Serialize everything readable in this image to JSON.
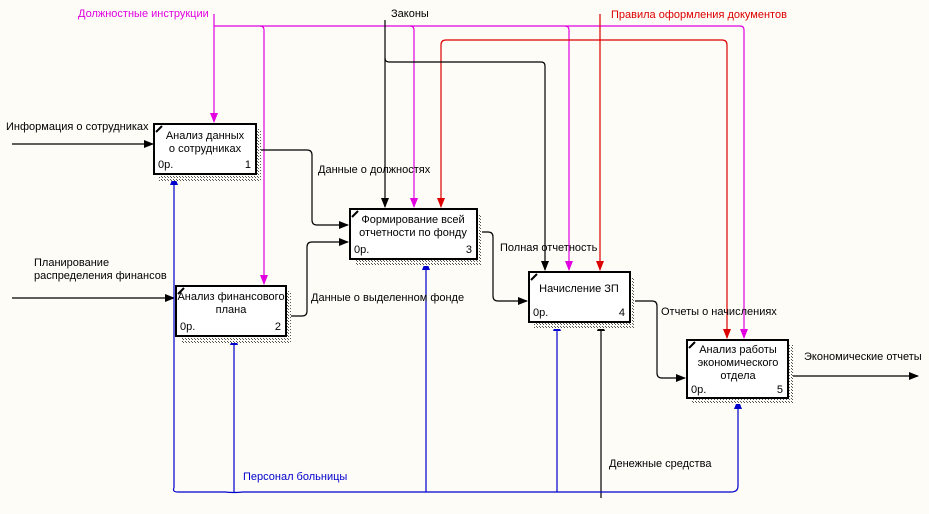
{
  "colors": {
    "control_magenta": "#e000e0",
    "control_red": "#dd0000",
    "mechanism_blue": "#0000cc",
    "flow_black": "#000000",
    "background": "#fdfcf7"
  },
  "boxes": [
    {
      "title_lines": [
        "Анализ данных",
        "о сотрудниках"
      ],
      "cost": "0р.",
      "number": "1"
    },
    {
      "title_lines": [
        "Анализ финансового",
        "плана"
      ],
      "cost": "0р.",
      "number": "2"
    },
    {
      "title_lines": [
        "Формирование всей",
        "отчетности по фонду"
      ],
      "cost": "0р.",
      "number": "3"
    },
    {
      "title_lines": [
        "Начисление ЗП"
      ],
      "cost": "0р.",
      "number": "4"
    },
    {
      "title_lines": [
        "Анализ работы",
        "экономического",
        "отдела"
      ],
      "cost": "0р.",
      "number": "5"
    }
  ],
  "arrow_labels": {
    "job_instructions": "Должностные инструкции",
    "laws": "Законы",
    "doc_rules": "Правила оформления документов",
    "employee_info": "Информация о сотрудниках",
    "finance_planning_1": "Планирование",
    "finance_planning_2": "распределения финансов",
    "positions_data": "Данные о должностях",
    "allocated_fund_data": "Данные о выделенном фонде",
    "full_reporting": "Полная отчетность",
    "payroll_reports": "Отчеты о начислениях",
    "economic_reports": "Экономические отчеты",
    "hospital_staff": "Персонал больницы",
    "money": "Денежные средства"
  }
}
